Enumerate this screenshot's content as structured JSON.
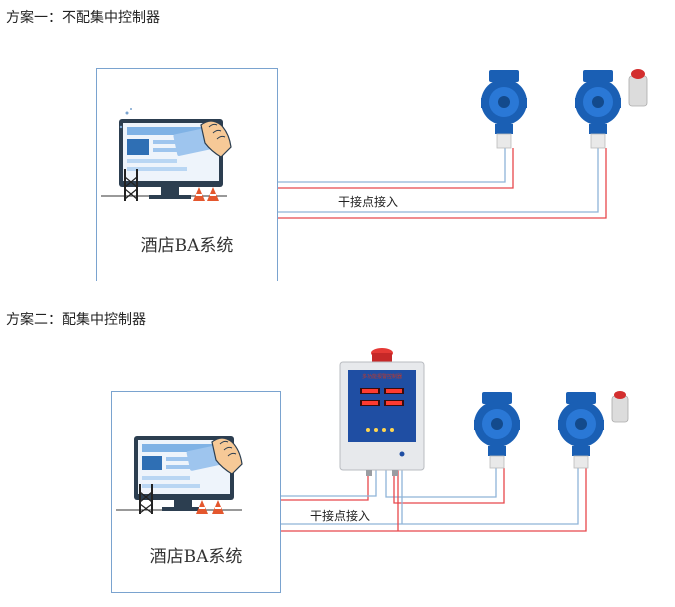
{
  "scheme1": {
    "heading": "方案一：不配集中控制器",
    "system_label": "酒店BA系统",
    "wire_label": "干接点接入"
  },
  "scheme2": {
    "heading": "方案二：配集中控制器",
    "system_label": "酒店BA系统",
    "wire_label": "干接点接入",
    "controller_title": "多功能报警控制器"
  },
  "colors": {
    "wire_red": "#e8474c",
    "wire_blue": "#8fb4d8",
    "detector_blue": "#1a5fb4",
    "box_border": "#7aa3cf"
  },
  "icons": [
    "computer-monitor-icon",
    "hand-card-icon",
    "traffic-cone-icon",
    "gas-detector-icon",
    "alarm-light-icon",
    "controller-panel-icon"
  ]
}
